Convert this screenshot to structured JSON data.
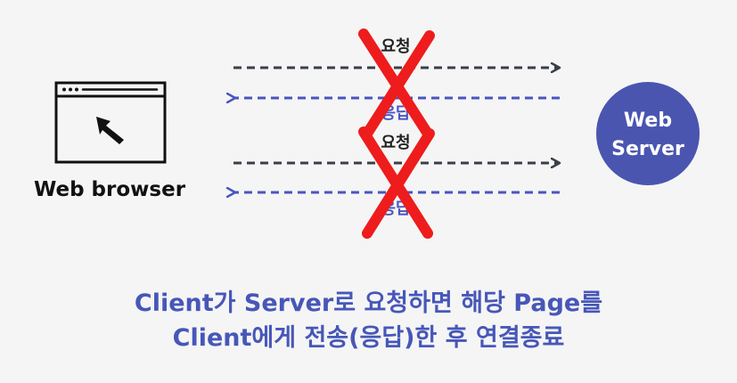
{
  "browser": {
    "label": "Web browser",
    "icon": "browser-window-icon",
    "cursor_icon": "mouse-cursor-icon"
  },
  "server": {
    "label_line1": "Web",
    "label_line2": "Server",
    "color": "#4a55b0"
  },
  "exchanges": [
    {
      "request_label": "요청",
      "response_label": "응답",
      "blocked": true
    },
    {
      "request_label": "요청",
      "response_label": "응답",
      "blocked": true
    }
  ],
  "colors": {
    "request_arrow": "#3a3f4a",
    "response_arrow": "#4a55c0",
    "blocked_mark": "#ee1c1c",
    "caption": "#4757b8"
  },
  "caption": {
    "line1": "Client가 Server로 요청하면 해당 Page를",
    "line2": "Client에게 전송(응답)한 후 연결종료"
  }
}
